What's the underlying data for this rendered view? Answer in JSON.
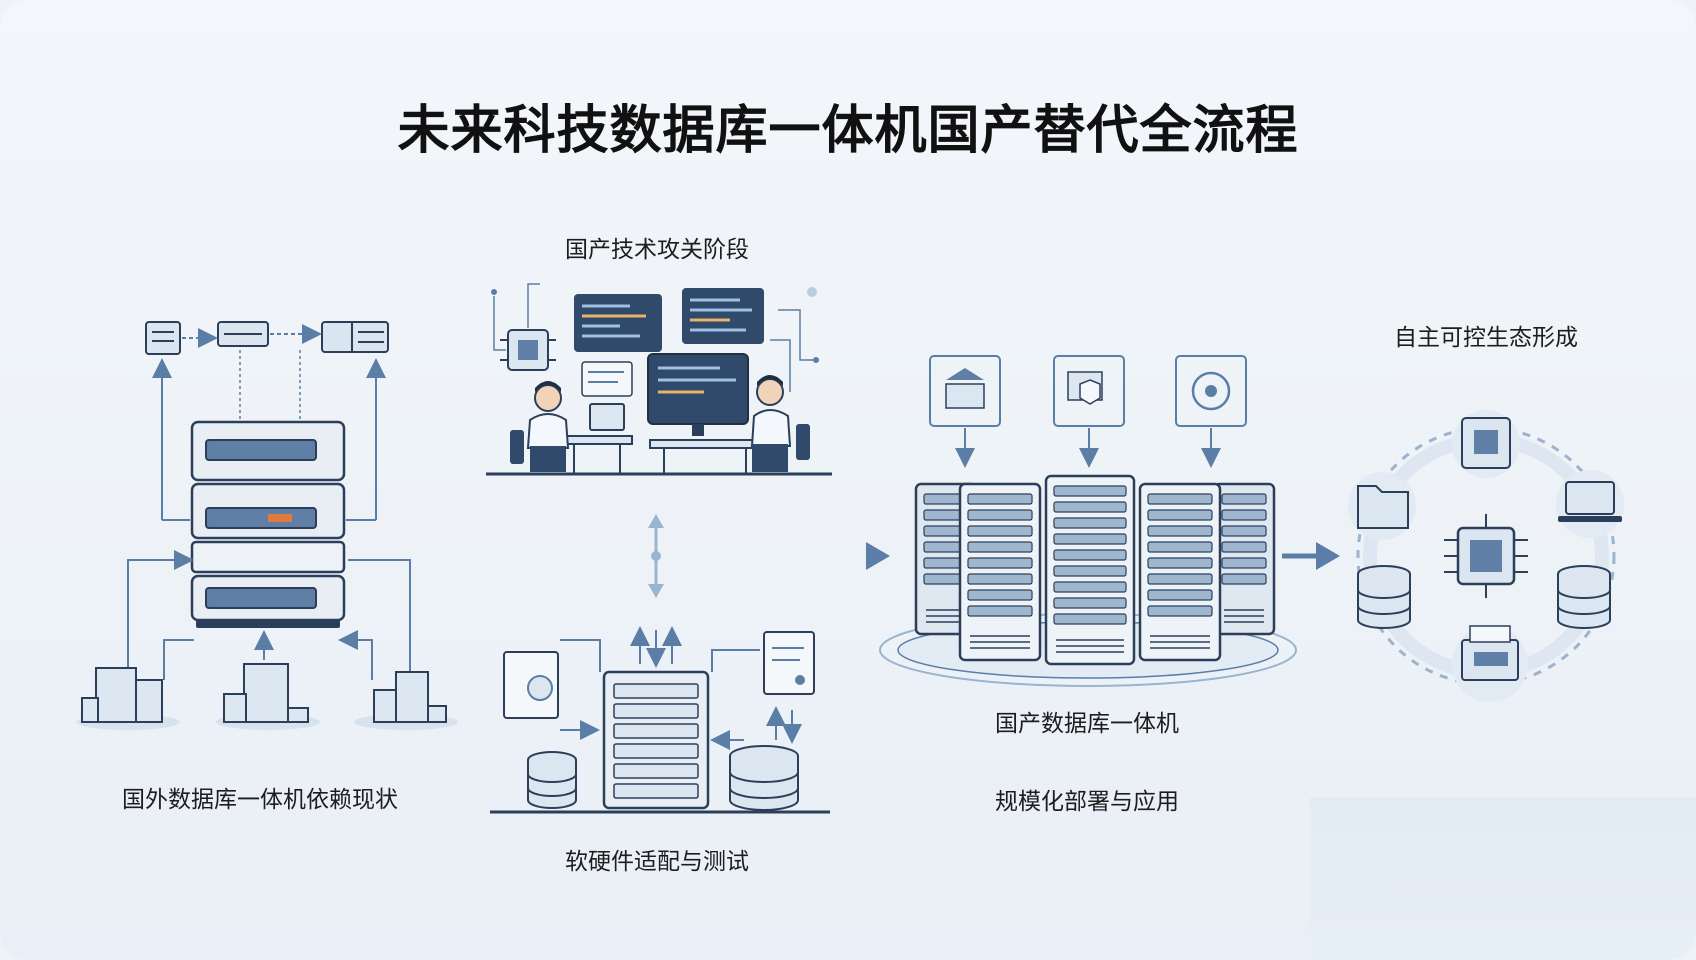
{
  "title": "未来科技数据库一体机国产替代全流程",
  "stages": {
    "foreign": "国外数据库一体机依赖现状",
    "research": "国产技术攻关阶段",
    "adaptation": "软硬件适配与测试",
    "appliance": "国产数据库一体机",
    "deployment": "规模化部署与应用",
    "ecosystem": "自主可控生态形成"
  },
  "colors": {
    "line": "#5a7ea6",
    "dark": "#2c3f5a",
    "panel": "#d8e3ef",
    "accent": "#e07a3a"
  }
}
